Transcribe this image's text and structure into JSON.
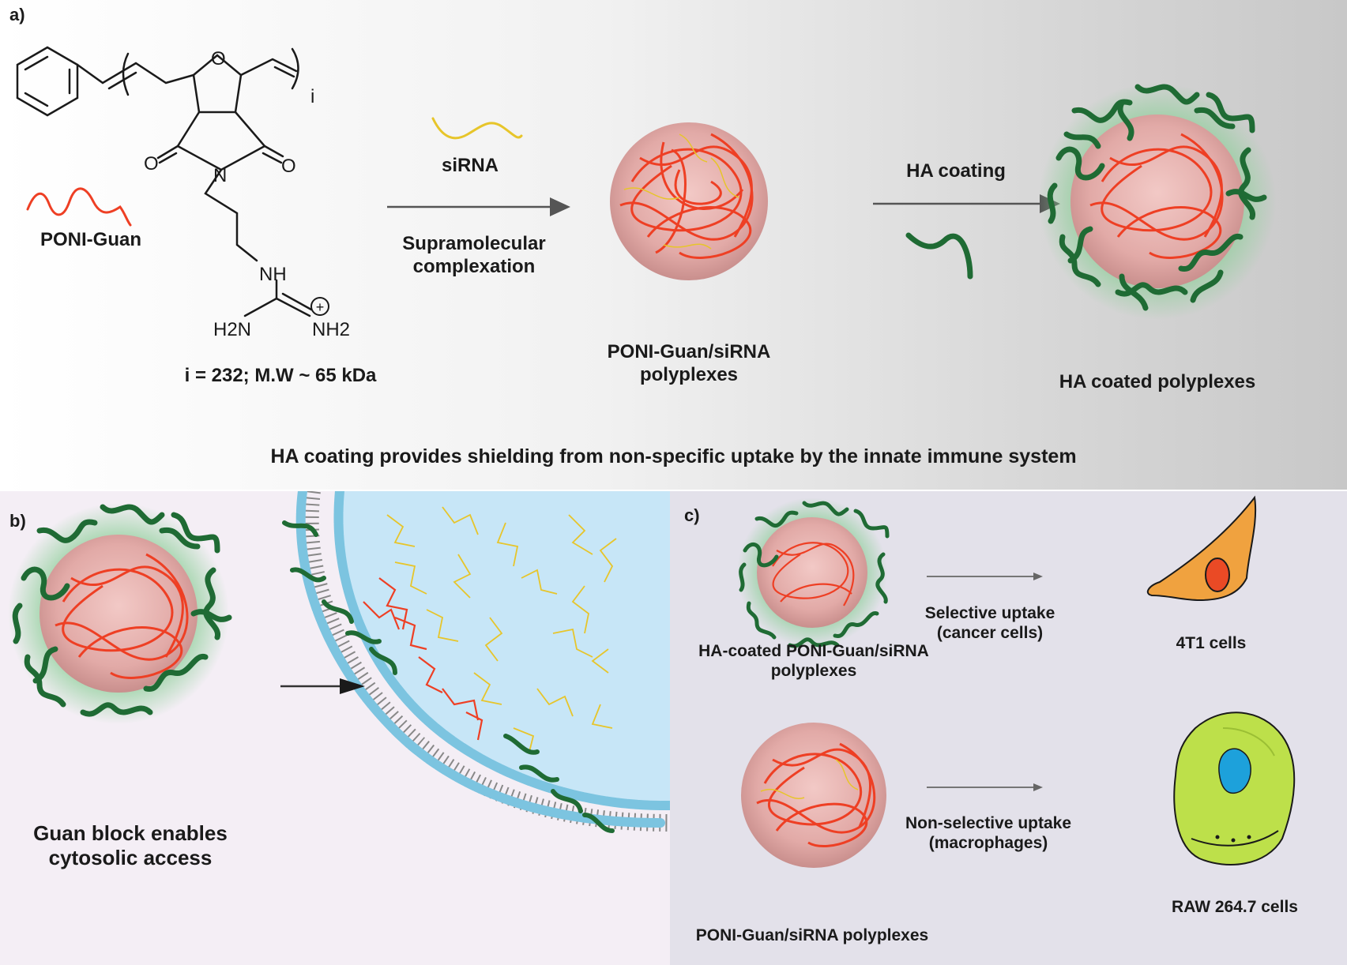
{
  "panel_a": {
    "letter": "a)",
    "poni_guan_label": "PONI-Guan",
    "chem": {
      "oxygen": "O",
      "nitrogen": "N",
      "carbonyl_o_left": "O",
      "carbonyl_o_right": "O",
      "nh": "NH",
      "h2n": "H2N",
      "nh2": "NH2",
      "plus": "+",
      "repeat_index": "i"
    },
    "repeat_info": "i = 232; M.W ~ 65 kDa",
    "sirna_label": "siRNA",
    "step1_lines": [
      "Supramolecular",
      "complexation"
    ],
    "polyplex_lines": [
      "PONI-Guan/siRNA",
      "polyplexes"
    ],
    "ha_coating_label": "HA coating",
    "ha_polyplex_label": "HA coated polyplexes",
    "caption": "HA coating provides shielding from non-specific uptake by the innate immune system"
  },
  "panel_b": {
    "letter": "b)",
    "caption_lines": [
      "Guan block enables",
      "cytosolic access"
    ]
  },
  "panel_c": {
    "letter": "c)",
    "ha_polyplex_lines": [
      "HA-coated PONI-Guan/siRNA",
      "polyplexes"
    ],
    "selective_lines": [
      "Selective uptake",
      "(cancer cells)"
    ],
    "cancer_cell_label": "4T1 cells",
    "polyplex_label": "PONI-Guan/siRNA polyplexes",
    "nonselective_lines": [
      "Non-selective uptake",
      "(macrophages)"
    ],
    "macrophage_label": "RAW 264.7 cells"
  },
  "colors": {
    "polymer_red": "#ee3f24",
    "sirna_yellow": "#e7c52a",
    "ha_green": "#1f6b34",
    "ha_glow": "#8fcf9a",
    "core_pink": "#e6b3b0",
    "cytosol_blue": "#c7e6f7",
    "lipid_head": "#7cc4e0",
    "cancer_cell": "#f0a23f",
    "cancer_nucleus": "#ea4a25",
    "macrophage": "#bde04a",
    "macrophage_nucleus": "#1da1db"
  }
}
